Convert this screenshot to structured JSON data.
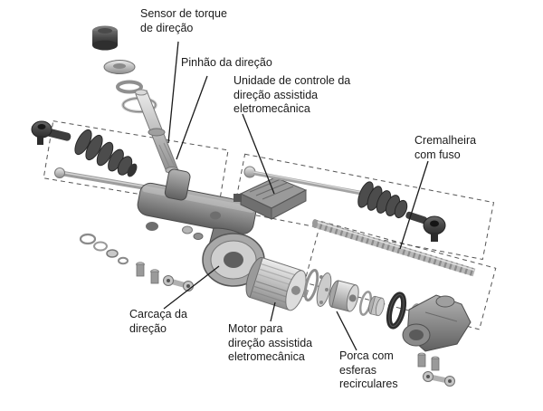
{
  "diagram": {
    "labels": {
      "torque_sensor": "Sensor de torque\nde direção",
      "pinion": "Pinhão da direção",
      "control_unit": "Unidade de controle da\ndireção assistida\neletromecânica",
      "rack": "Cremalheira\ncom fuso",
      "housing": "Carcaça da\ndireção",
      "motor": "Motor para\ndireção assistida\neletromecânica",
      "ball_nut": "Porca com\nesferas\nrecirculares"
    },
    "colors": {
      "background": "#ffffff",
      "label_text": "#1a1a1a",
      "leader_line": "#1a1a1a",
      "dashed_outline": "#555555",
      "part_dark": "#3a3a3a",
      "part_mid": "#8a8a8a",
      "part_light": "#d8d8d8"
    }
  }
}
